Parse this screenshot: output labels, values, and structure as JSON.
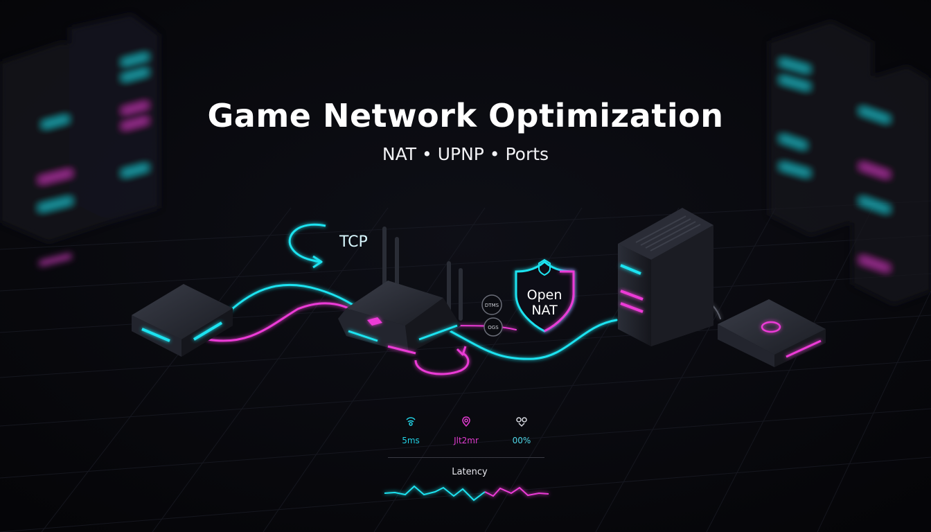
{
  "header": {
    "title": "Game Network Optimization",
    "subtitle": "NAT • UPNP • Ports"
  },
  "diagram": {
    "protocol_label": "TCP",
    "nat_badge_line1": "Open",
    "nat_badge_line2": "NAT",
    "port_tag_1": "DTMS",
    "port_tag_2": "OGS"
  },
  "stats": [
    {
      "icon": "signal-icon",
      "value": "5ms",
      "color": "#22d3e6"
    },
    {
      "icon": "location-icon",
      "value": "Jlt2mr",
      "color": "#e23bd0"
    },
    {
      "icon": "nodes-icon",
      "value": "00%",
      "color": "#4fd8e8"
    }
  ],
  "latency": {
    "label": "Latency"
  },
  "colors": {
    "cyan": "#1fe3f0",
    "magenta": "#ec3bd6",
    "background": "#07070b"
  }
}
